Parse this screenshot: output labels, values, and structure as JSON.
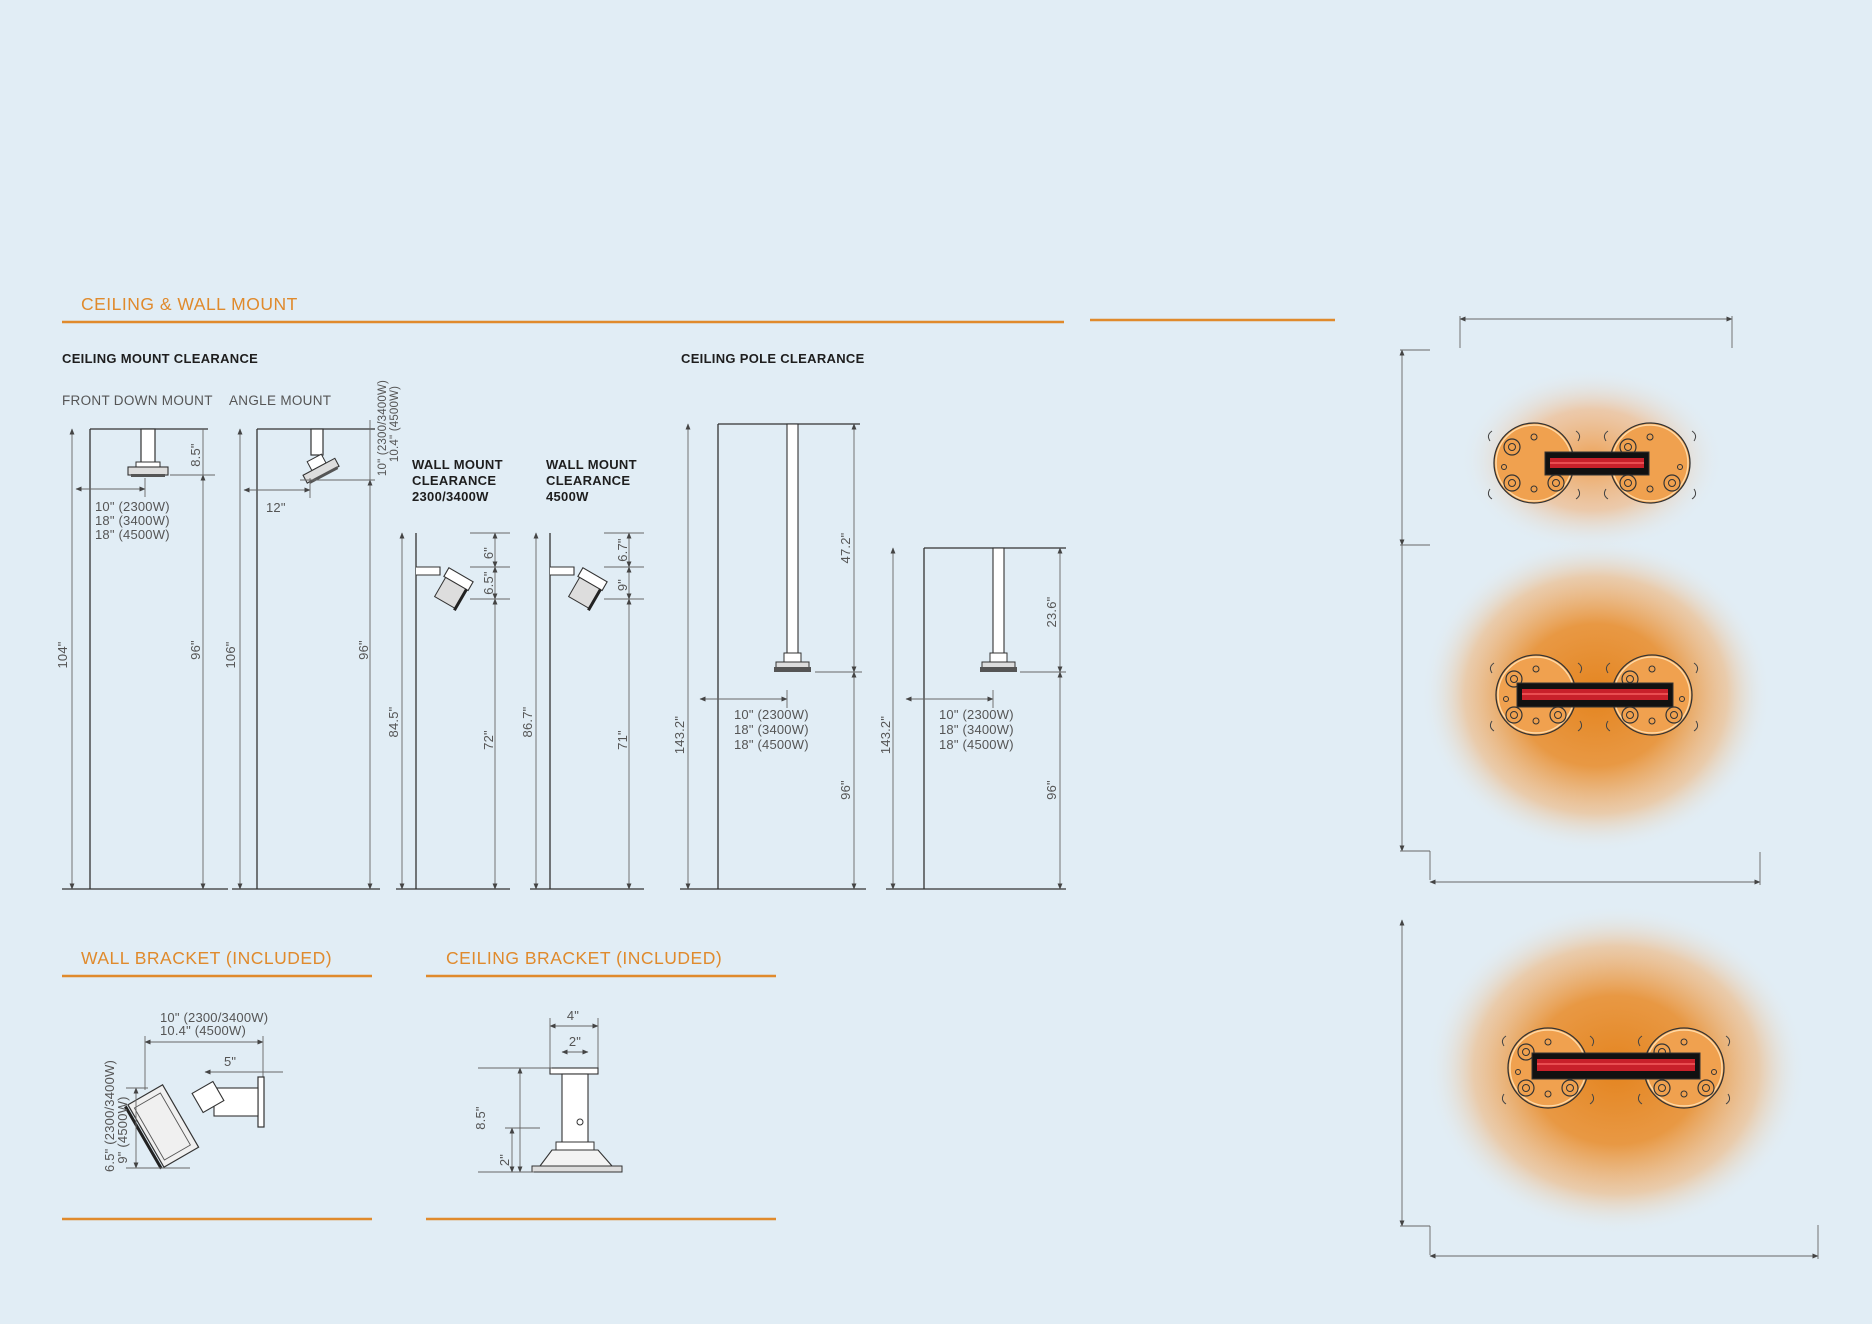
{
  "sections": {
    "ceiling_wall": "CEILING & WALL MOUNT",
    "wall_bracket": "WALL BRACKET (INCLUDED)",
    "ceiling_bracket": "CEILING BRACKET (INCLUDED)"
  },
  "subsections": {
    "ceiling_mount_clearance": "CEILING MOUNT CLEARANCE",
    "ceiling_pole_clearance": "CEILING POLE CLEARANCE"
  },
  "front_down": {
    "label": "FRONT DOWN MOUNT",
    "dim_top": "8.5\"",
    "offset": [
      "10\" (2300W)",
      "18\" (3400W)",
      "18\" (4500W)"
    ],
    "total": "104\"",
    "clear": "96\""
  },
  "angle": {
    "label": "ANGLE MOUNT",
    "dim_top": [
      "10\" (2300/3400W)",
      "10.4\" (4500W)"
    ],
    "offset": "12\"",
    "total": "106\"",
    "clear": "96\""
  },
  "wall_a": {
    "label": [
      "WALL MOUNT",
      "CLEARANCE",
      "2300/3400W"
    ],
    "d1": "6\"",
    "d2": "6.5\"",
    "total": "84.5\"",
    "clear": "72\""
  },
  "wall_b": {
    "label": [
      "WALL MOUNT",
      "CLEARANCE",
      "4500W"
    ],
    "d1": "6.7\"",
    "d2": "9\"",
    "total": "86.7\"",
    "clear": "71\""
  },
  "pole_a": {
    "pole": "47.2\"",
    "offset": [
      "10\" (2300W)",
      "18\" (3400W)",
      "18\" (4500W)"
    ],
    "total": "143.2\"",
    "clear": "96\""
  },
  "pole_b": {
    "pole": "23.6\"",
    "offset": [
      "10\" (2300W)",
      "18\" (3400W)",
      "18\" (4500W)"
    ],
    "total": "143.2\"",
    "clear": "96\""
  },
  "wall_bracket_dims": {
    "width": [
      "10\" (2300/3400W)",
      "10.4\" (4500W)"
    ],
    "arm": "5\"",
    "height": [
      "6.5\" (2300/3400W)",
      "9\" (4500W)"
    ]
  },
  "ceiling_bracket_dims": {
    "outer": "4\"",
    "inner": "2\"",
    "height": "8.5\"",
    "base": "2\""
  },
  "colors": {
    "accent": "#e08a2c",
    "background": "#e1edf5",
    "heat": "#e4841f",
    "element_red": "#c8202a"
  }
}
